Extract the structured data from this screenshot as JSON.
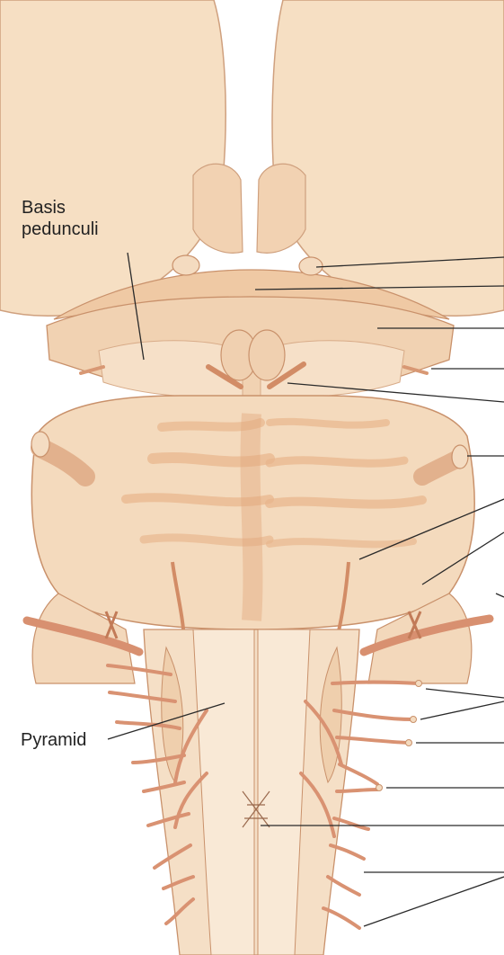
{
  "labels": {
    "basis_pedunculi_line1": "Basis",
    "basis_pedunculi_line2": "pedunculi",
    "pyramid": "Pyramid"
  },
  "colors": {
    "tissue": "#f4dcbf",
    "tissue_light": "#f8e7d2",
    "tissue_shade": "#e9b98e",
    "outline": "#c9916b",
    "nerve": "#dd9873",
    "nerve_dark": "#c27b58",
    "leader": "#2a2a2a"
  }
}
